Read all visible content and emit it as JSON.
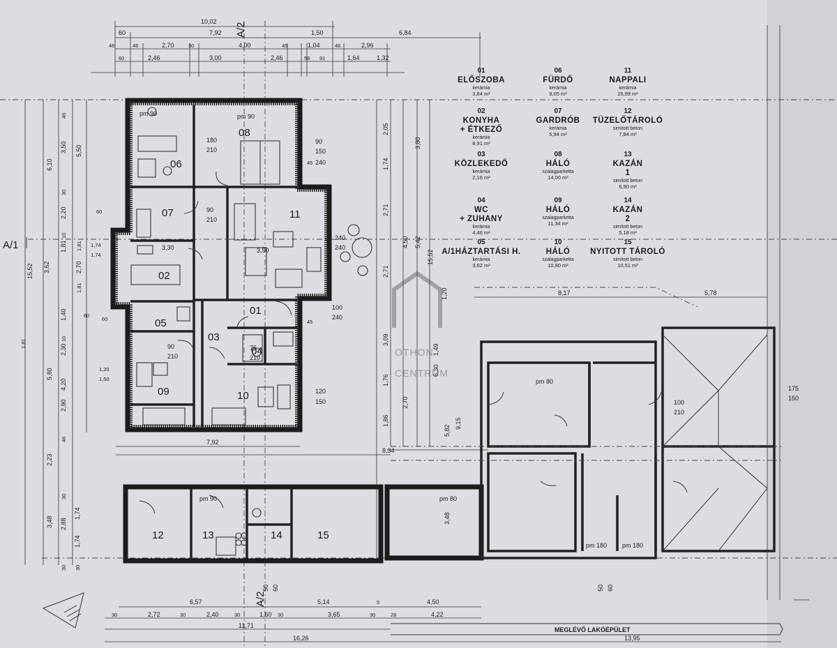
{
  "legend": [
    {
      "no": "01",
      "name": "ELŐSZOBA",
      "material": "kerámia",
      "area": "3,84 m²"
    },
    {
      "no": "02",
      "name": "KONYHA",
      "name2": "+ ÉTKEZŐ",
      "material": "kerámia",
      "area": "8,91 m²"
    },
    {
      "no": "03",
      "name": "KÖZLEKEDŐ",
      "material": "kerámia",
      "area": "2,16 m²"
    },
    {
      "no": "04",
      "name": "WC",
      "name2": "+ ZUHANY",
      "material": "kerámia",
      "area": "4,46 m²"
    },
    {
      "no": "05",
      "name": "A/1HÁZTARTÁSI H.",
      "material": "kerámia",
      "area": "3,62 m²"
    },
    {
      "no": "06",
      "name": "FÜRDŐ",
      "material": "kerámia",
      "area": "9,05 m²"
    },
    {
      "no": "07",
      "name": "GARDRÓB",
      "material": "kerámia",
      "area": "5,94 m²"
    },
    {
      "no": "08",
      "name": "HÁLÓ",
      "material": "szalagparketta",
      "area": "14,00 m²"
    },
    {
      "no": "09",
      "name": "HÁLÓ",
      "material": "szalagparketta",
      "area": "11,34 m²"
    },
    {
      "no": "10",
      "name": "HÁLÓ",
      "material": "szalagparketta",
      "area": "10,80 m²"
    },
    {
      "no": "11",
      "name": "NAPPALI",
      "material": "kerámia",
      "area": "26,99 m²"
    },
    {
      "no": "12",
      "name": "TÜZELŐTÁROLÓ",
      "material": "simított beton",
      "area": "7,84 m²"
    },
    {
      "no": "13",
      "name": "KAZÁN",
      "name2": "1",
      "material": "simított beton",
      "area": "6,90 m²"
    },
    {
      "no": "14",
      "name": "KAZÁN",
      "name2": "2",
      "material": "simított beton",
      "area": "5,18 m²"
    },
    {
      "no": "15",
      "name": "NYITOTT TÁROLÓ",
      "material": "simított beton",
      "area": "10,51 m²"
    }
  ],
  "room_labels": [
    "06",
    "08",
    "07",
    "11",
    "02",
    "01",
    "05",
    "03",
    "04",
    "09",
    "10",
    "12",
    "13",
    "14",
    "15"
  ],
  "section_marks": {
    "a2_top": "A/2",
    "a2_bottom": "A/2",
    "a1": "A/1"
  },
  "top_dims": {
    "row1": [
      "10,02"
    ],
    "row2": [
      "60",
      "7,92",
      "1,50",
      "6,84"
    ],
    "row3": [
      "46",
      "46",
      "2,70",
      "30",
      "4,00",
      "46",
      "1,04",
      "46",
      "2,96"
    ],
    "row4": [
      "60",
      "2,46",
      "3,00",
      "2,46",
      "59",
      "91",
      "1,64",
      "1,32"
    ]
  },
  "left_dims": {
    "outer": [
      "15,52"
    ],
    "mid": [
      "6,10",
      "5,80",
      "2,23",
      "3,48"
    ],
    "inner": [
      "46",
      "3,50",
      "30",
      "2,20",
      "10",
      "3,62",
      "1,81",
      "1,40",
      "10",
      "2,30",
      "4,20",
      "2,90",
      "46",
      "30",
      "2,88",
      "30",
      "1,74",
      "1,74",
      "30"
    ],
    "innermost": [
      "5,50",
      "60",
      "1,81",
      "2,70",
      "1,81",
      "60",
      "1,81",
      "1,20",
      "1,50",
      "60",
      "1,74",
      "1,74"
    ]
  },
  "bottom_dims": {
    "row1": [
      "6,57",
      "5,14",
      "5",
      "4,50"
    ],
    "row2": [
      "30",
      "2,72",
      "30",
      "2,40",
      "30",
      "1,60",
      "30",
      "3,65",
      "30",
      "26",
      "4,22"
    ],
    "row3": [
      "11,71"
    ],
    "row4": [
      "16,26",
      "13,95"
    ],
    "caption": "MEGLÉVŐ LAKÓÉPÜLET"
  },
  "inner_dims": [
    "7,92",
    "8,34",
    "8,17",
    "5,78",
    "3,30",
    "3,50",
    "2,71",
    "2,71",
    "4,50",
    "5,42",
    "15,52",
    "2,05",
    "3,80",
    "1,74",
    "5,82",
    "9,15",
    "6,30",
    "2,70",
    "1,86",
    "1,76",
    "1,49",
    "1,20",
    "3,09",
    "3,48"
  ],
  "door_notes": [
    "pm 90",
    "pm 90",
    "180",
    "210",
    "90",
    "210",
    "90",
    "150",
    "45",
    "240",
    "240",
    "240",
    "45",
    "120",
    "150",
    "90",
    "210",
    "75",
    "210",
    "100",
    "240",
    "pm 90",
    "pm 80",
    "pm 80",
    "pm 180",
    "pm 180",
    "100",
    "210",
    "175",
    "150",
    "50",
    "60",
    "50",
    "60"
  ],
  "watermark": {
    "line1": "OTHON",
    "line2": "CENTRUM"
  }
}
